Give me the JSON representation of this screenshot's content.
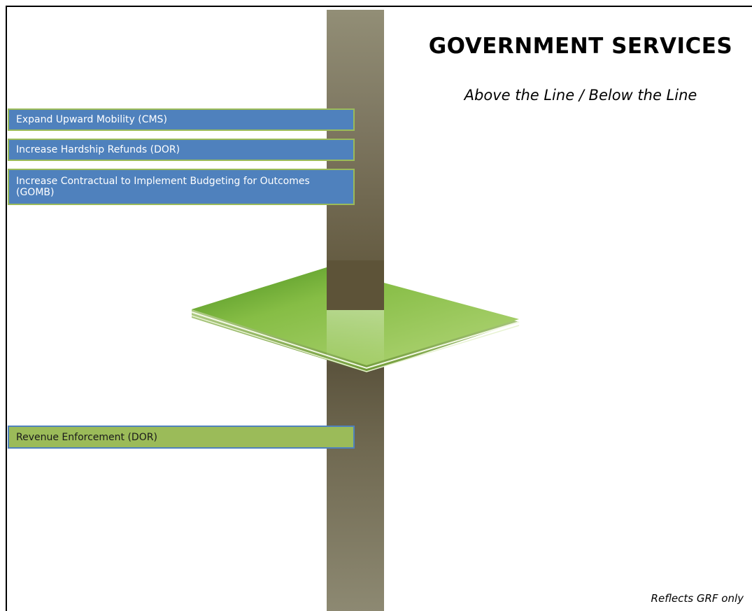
{
  "slide": {
    "title": "GOVERNMENT SERVICES",
    "subtitle": "Above the Line / Below the Line",
    "footnote": "Reflects GRF only"
  },
  "above_line": [
    {
      "label": "Expand Upward Mobility (CMS)"
    },
    {
      "label": "Increase Hardship Refunds (DOR)"
    },
    {
      "label": "Increase Contractual to Implement Budgeting for Outcomes (GOMB)"
    }
  ],
  "below_line": [
    {
      "label": "Revenue Enforcement (DOR)"
    }
  ],
  "colors": {
    "above_fill": "#4f81bd",
    "above_border": "#9bbb59",
    "below_fill": "#9bbb59",
    "below_border": "#4f81bd",
    "plate": "#8cc04a",
    "pole": "#7d7660"
  }
}
